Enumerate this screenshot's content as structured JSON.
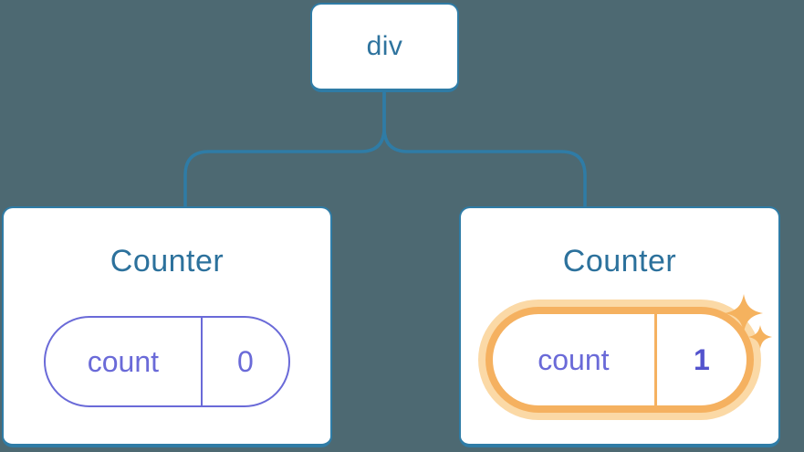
{
  "diagram": {
    "description": "React component tree with state pills",
    "root": {
      "label": "div"
    },
    "children": [
      {
        "title": "Counter",
        "state": {
          "key": "count",
          "value": "0"
        },
        "highlighted": false
      },
      {
        "title": "Counter",
        "state": {
          "key": "count",
          "value": "1"
        },
        "highlighted": true
      }
    ]
  },
  "colors": {
    "background": "#4d6972",
    "card_background": "#ffffff",
    "node_border": "#2f7ca6",
    "connector": "#2f7ca6",
    "node_text": "#2e739e",
    "title_text": "#2c719c",
    "state_purple": "#6a6ad8",
    "state_value_bold": "#5353cd",
    "highlight_orange": "#f5b160",
    "highlight_halo": "#fbd9a6",
    "sparkle": "#f5b25e"
  }
}
